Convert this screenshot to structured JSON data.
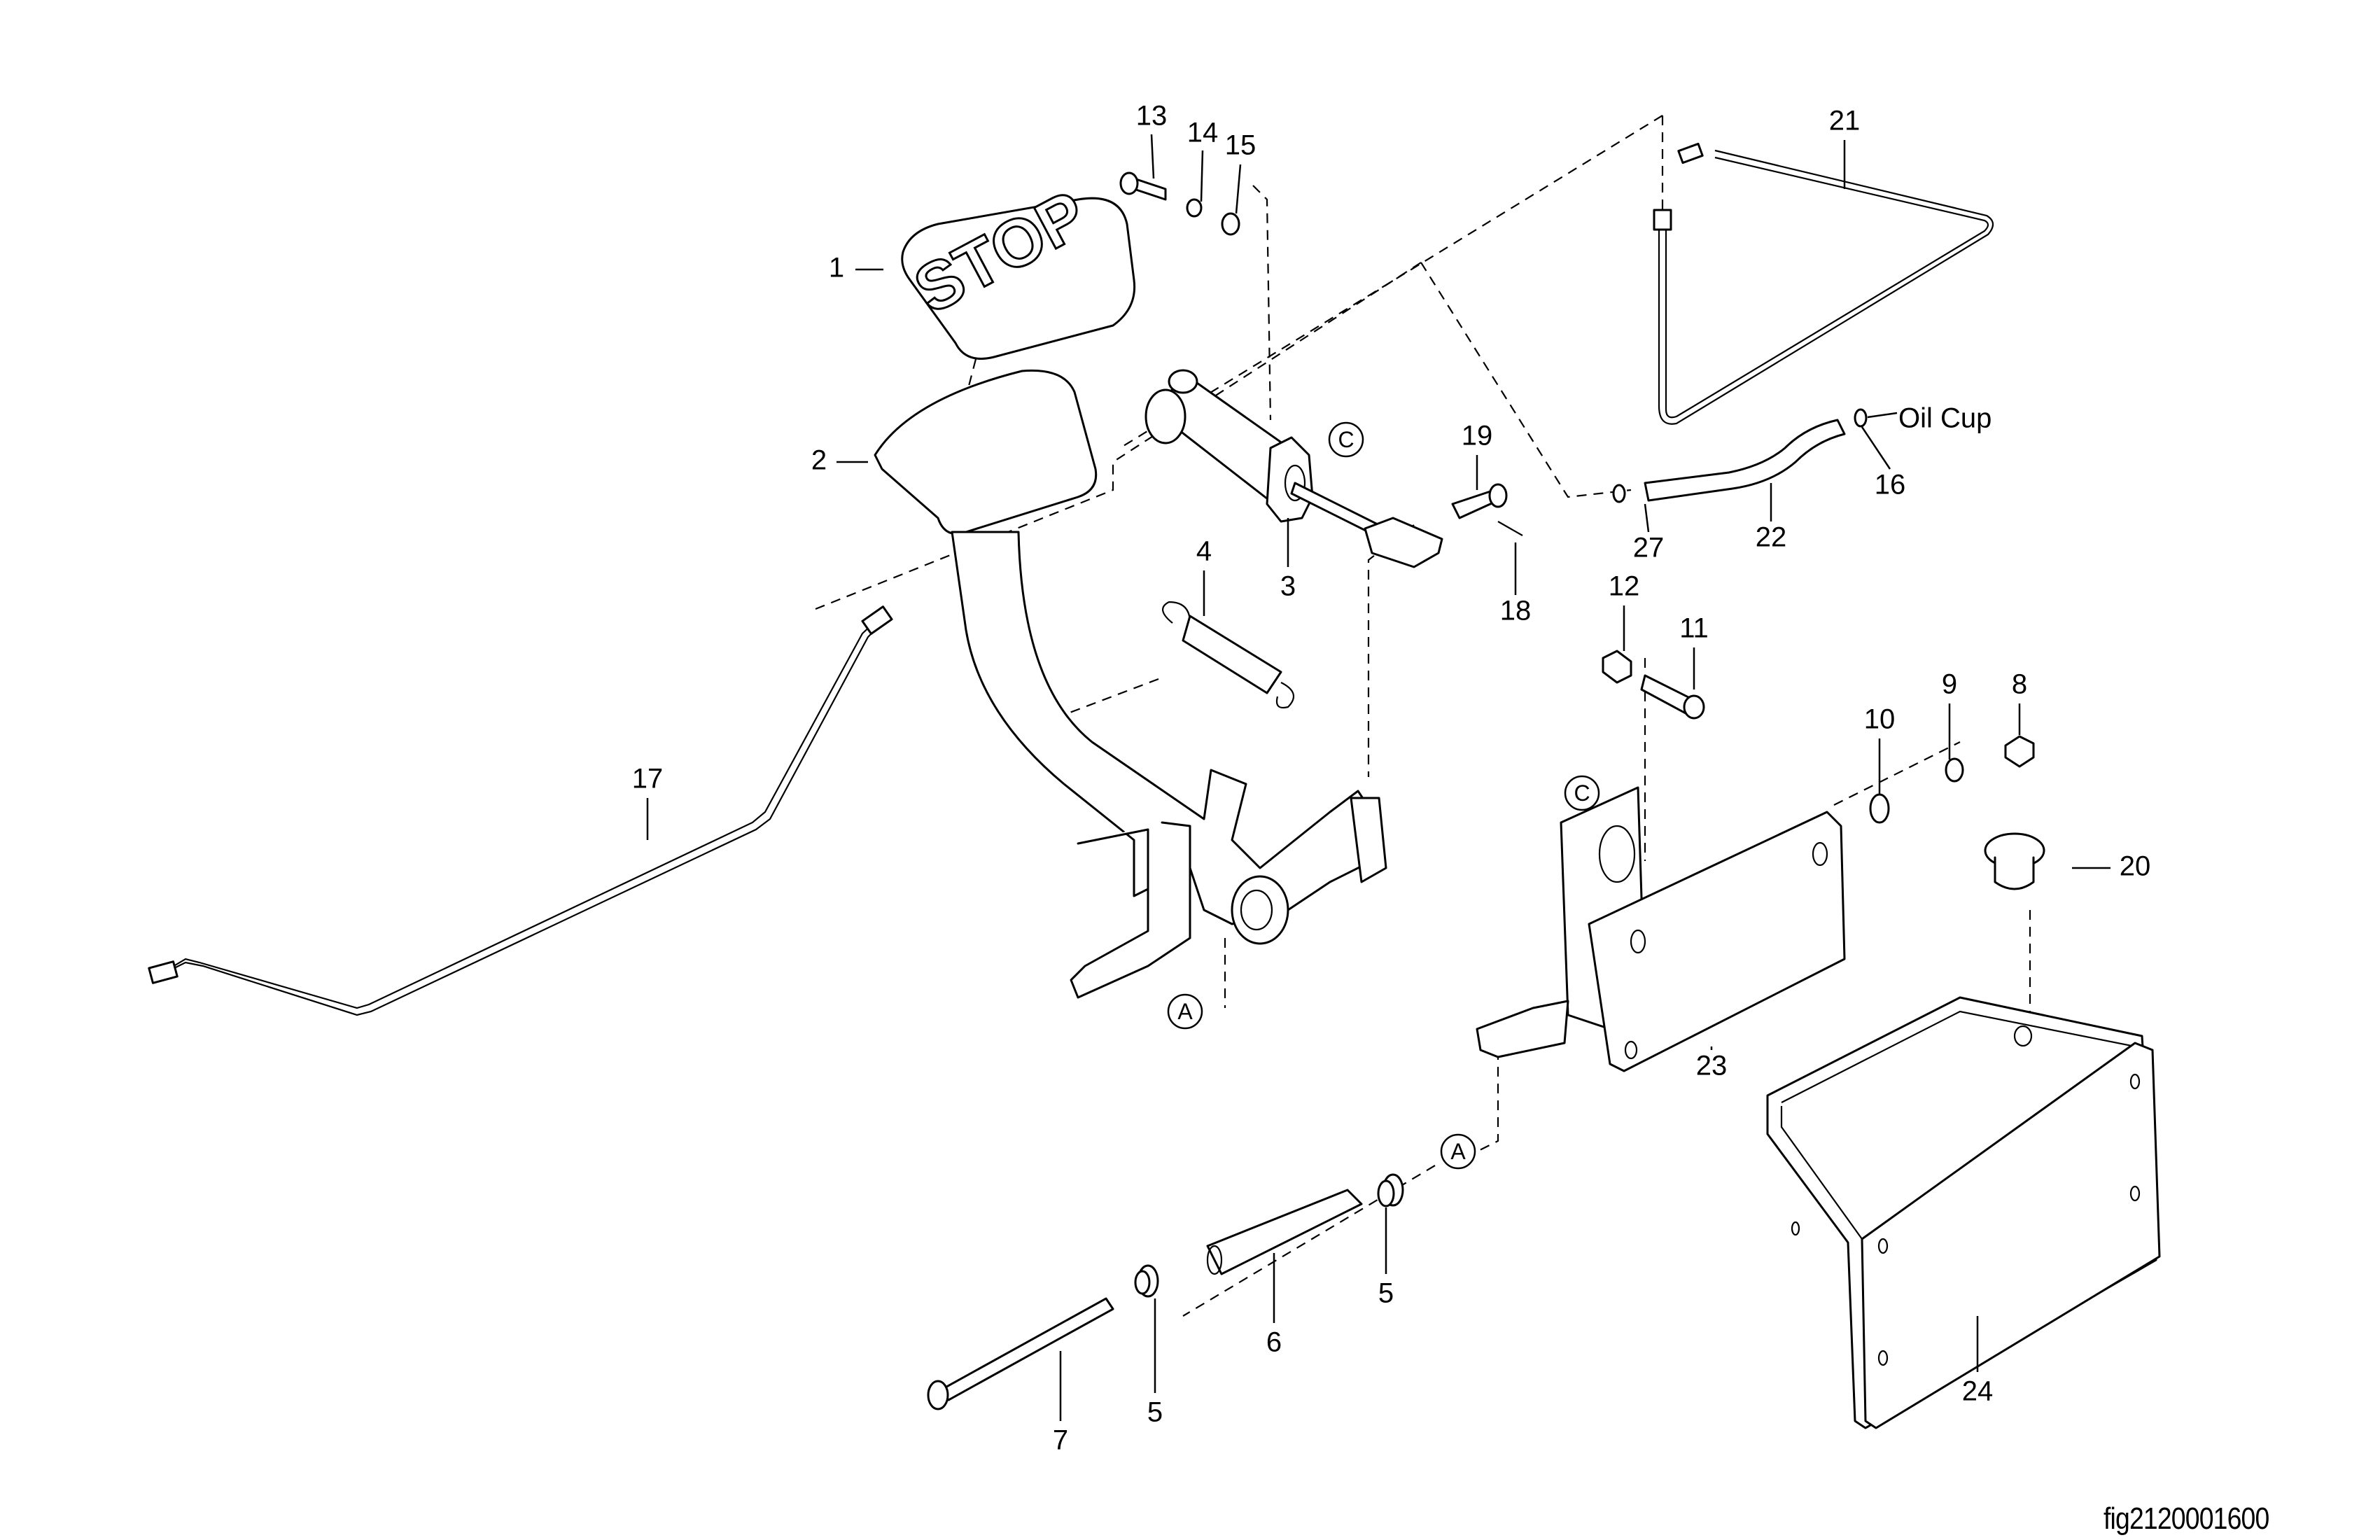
{
  "figure_id": "fig2120001600",
  "pedal_pad_text": "STOP",
  "callouts": [
    {
      "id": "1",
      "label": "1",
      "part": "stop-pedal-pad"
    },
    {
      "id": "2",
      "label": "2",
      "part": "pedal-pad-base"
    },
    {
      "id": "3",
      "label": "3",
      "part": "master-cylinder"
    },
    {
      "id": "4",
      "label": "4",
      "part": "return-spring"
    },
    {
      "id": "5a",
      "label": "5",
      "part": "bushing-lower"
    },
    {
      "id": "5b",
      "label": "5",
      "part": "bushing-upper"
    },
    {
      "id": "6",
      "label": "6",
      "part": "spacer-tube"
    },
    {
      "id": "7",
      "label": "7",
      "part": "pivot-bolt"
    },
    {
      "id": "8",
      "label": "8",
      "part": "nut"
    },
    {
      "id": "9",
      "label": "9",
      "part": "lock-washer"
    },
    {
      "id": "10",
      "label": "10",
      "part": "flat-washer"
    },
    {
      "id": "11",
      "label": "11",
      "part": "bolt"
    },
    {
      "id": "12",
      "label": "12",
      "part": "nut"
    },
    {
      "id": "13",
      "label": "13",
      "part": "bolt"
    },
    {
      "id": "14",
      "label": "14",
      "part": "lock-washer"
    },
    {
      "id": "15",
      "label": "15",
      "part": "flat-washer"
    },
    {
      "id": "16",
      "label": "16",
      "part": "hose-clamp"
    },
    {
      "id": "17",
      "label": "17",
      "part": "brake-line"
    },
    {
      "id": "18",
      "label": "18",
      "part": "cotter-pin"
    },
    {
      "id": "19",
      "label": "19",
      "part": "clevis-pin"
    },
    {
      "id": "20",
      "label": "20",
      "part": "plug"
    },
    {
      "id": "21",
      "label": "21",
      "part": "brake-line"
    },
    {
      "id": "22",
      "label": "22",
      "part": "hose"
    },
    {
      "id": "23",
      "label": "23",
      "part": "pedal-bracket"
    },
    {
      "id": "24",
      "label": "24",
      "part": "mount-box"
    },
    {
      "id": "27",
      "label": "27",
      "part": "hose-clamp"
    }
  ],
  "annotations": [
    {
      "id": "oil-cup",
      "label": "Oil Cup"
    }
  ],
  "reference_markers": [
    {
      "id": "A1",
      "label": "A"
    },
    {
      "id": "A2",
      "label": "A"
    },
    {
      "id": "C1",
      "label": "C"
    },
    {
      "id": "C2",
      "label": "C"
    }
  ]
}
